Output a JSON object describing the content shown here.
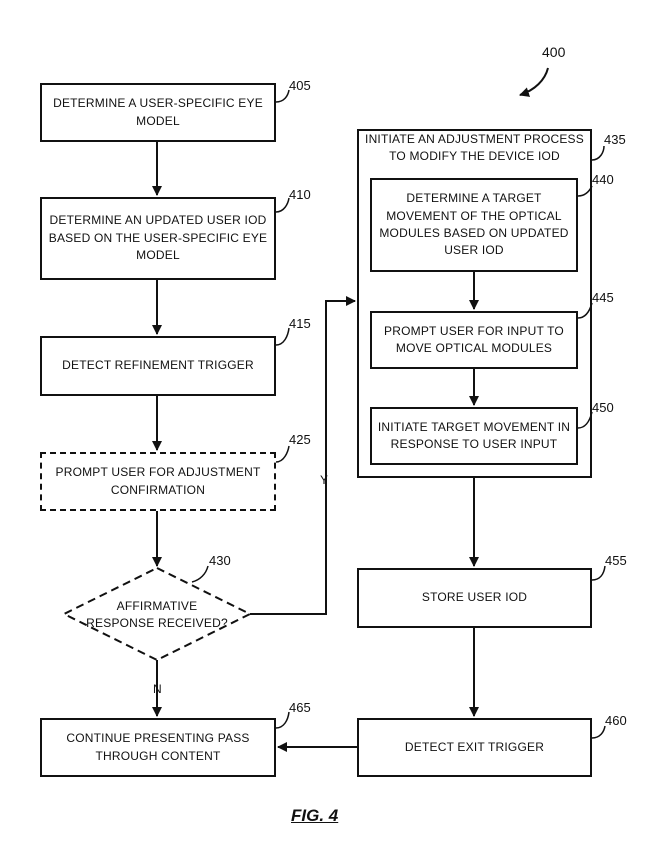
{
  "figure_number": "400",
  "figure_caption": "FIG. 4",
  "nodes": {
    "n405": {
      "ref": "405",
      "lines": [
        "DETERMINE A USER-SPECIFIC EYE",
        "MODEL"
      ]
    },
    "n410": {
      "ref": "410",
      "lines": [
        "DETERMINE AN UPDATED USER IOD",
        "BASED ON THE USER-SPECIFIC EYE",
        "MODEL"
      ]
    },
    "n415": {
      "ref": "415",
      "lines": [
        "DETECT REFINEMENT TRIGGER"
      ]
    },
    "n425": {
      "ref": "425",
      "lines": [
        "PROMPT USER FOR ADJUSTMENT",
        "CONFIRMATION"
      ]
    },
    "n430": {
      "ref": "430",
      "lines": [
        "AFFIRMATIVE",
        "RESPONSE RECEIVED?"
      ]
    },
    "n435": {
      "ref": "435",
      "lines": [
        "INITIATE AN ADJUSTMENT PROCESS",
        "TO MODIFY THE DEVICE IOD"
      ]
    },
    "n440": {
      "ref": "440",
      "lines": [
        "DETERMINE A TARGET",
        "MOVEMENT OF THE OPTICAL",
        "MODULES BASED ON UPDATED",
        "USER IOD"
      ]
    },
    "n445": {
      "ref": "445",
      "lines": [
        "PROMPT USER FOR INPUT TO",
        "MOVE OPTICAL MODULES"
      ]
    },
    "n450": {
      "ref": "450",
      "lines": [
        "INITIATE TARGET MOVEMENT IN",
        "RESPONSE TO USER INPUT"
      ]
    },
    "n455": {
      "ref": "455",
      "lines": [
        "STORE USER IOD"
      ]
    },
    "n460": {
      "ref": "460",
      "lines": [
        "DETECT EXIT TRIGGER"
      ]
    },
    "n465": {
      "ref": "465",
      "lines": [
        "CONTINUE PRESENTING PASS",
        "THROUGH CONTENT"
      ]
    }
  },
  "edge_labels": {
    "yes": "Y",
    "no": "N"
  }
}
